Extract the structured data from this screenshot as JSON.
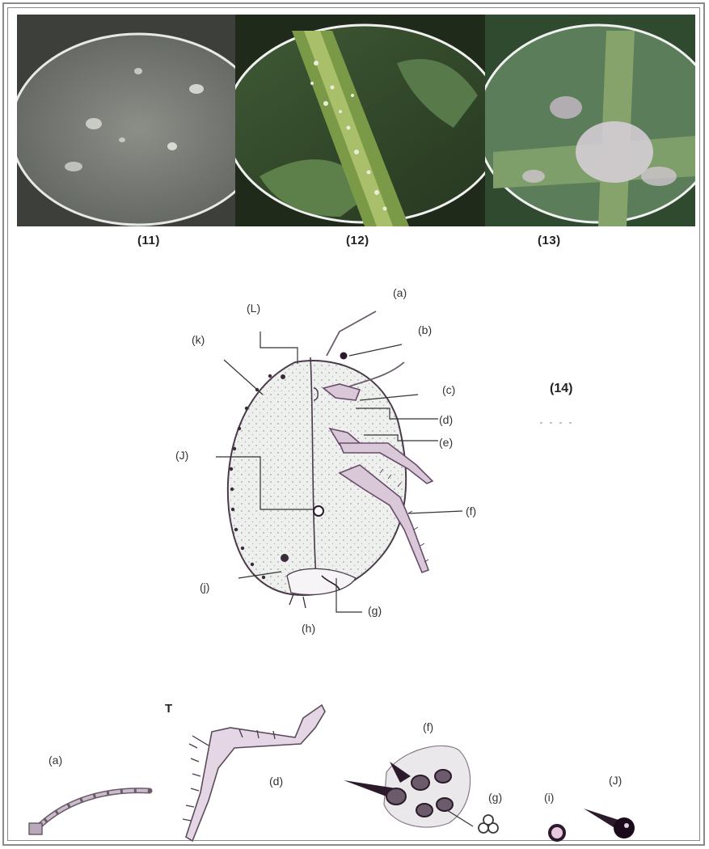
{
  "figure": {
    "photo_labels": [
      "(11)",
      "(12)",
      "(13)"
    ],
    "figure_number": "(14)",
    "body_labels": {
      "a": "(a)",
      "b": "(b)",
      "c": "(c)",
      "d": "(d)",
      "e": "(e)",
      "f": "(f)",
      "g": "(g)",
      "h": "(h)",
      "j_lower": "(j)",
      "J_upper": "(J)",
      "k": "(k)",
      "L": "(L)"
    },
    "detail_labels": {
      "a": "(a)",
      "T": "T",
      "d": "(d)",
      "f": "(f)",
      "g": "(g)",
      "i": "(i)",
      "J": "(J)"
    }
  }
}
